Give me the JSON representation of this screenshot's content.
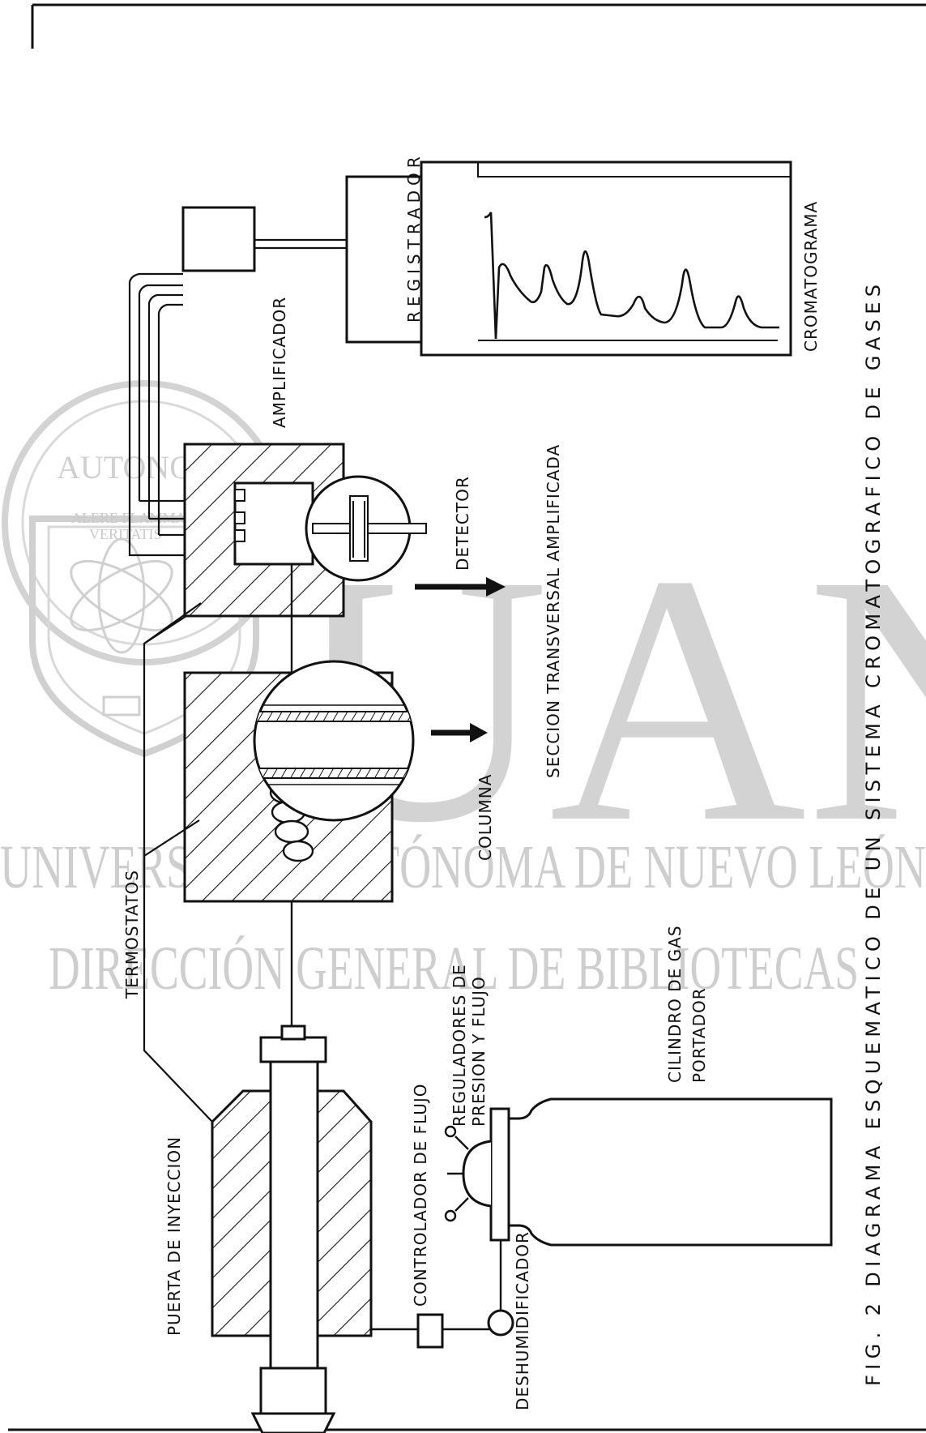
{
  "figure": {
    "caption": "FIG. 2 DIAGRAMA ESQUEMATICO DE UN SISTEMA CROMATOGRAFICO DE GASES"
  },
  "labels": {
    "injection_port": "PUERTA DE INYECCION",
    "thermostats": "TERMOSTATOS",
    "flow_controller": "CONTROLADOR DE FLUJO",
    "regulators_line1": "REGULADORES DE",
    "regulators_line2": "PRESION Y FLUJO",
    "dehumidifier": "DESHUMIDIFICADOR",
    "cylinder_line1": "CILINDRO DE GAS",
    "cylinder_line2": "PORTADOR",
    "column": "COLUMNA",
    "cross_section": "SECCION TRANSVERSAL AMPLIFICADA",
    "detector": "DETECTOR",
    "amplifier": "AMPLIFICADOR",
    "recorder": "REGISTRADOR",
    "chromatogram": "CROMATOGRAMA"
  },
  "watermark": {
    "big": "UANL",
    "line1": "UNIVERSIDAD AUTÓNOMA DE NUEVO LEÓN",
    "line2": "DIRECCIÓN GENERAL DE BIBLIOTECAS",
    "seal_top": "AUTONOMA",
    "seal_motto1": "ALERE FLAMMAM",
    "seal_motto2": "VERITATIS"
  },
  "colors": {
    "ink": "#111111",
    "watermark": "#cfcfcf"
  }
}
